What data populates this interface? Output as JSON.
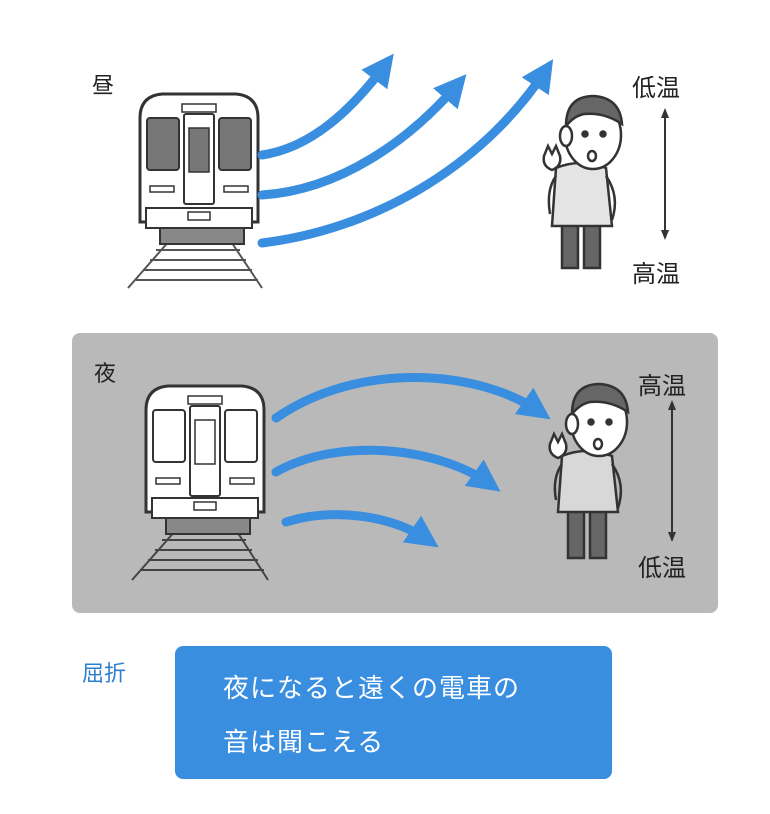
{
  "day": {
    "label": "昼",
    "temp_top": "低温",
    "temp_bottom": "高温"
  },
  "night": {
    "label": "夜",
    "temp_top": "高温",
    "temp_bottom": "低温"
  },
  "term": "屈折",
  "caption": {
    "line1": "夜になると遠くの電車の",
    "line2": "音は聞こえる"
  },
  "colors": {
    "arrow": "#3a8ee0",
    "panel": "#b9b9b9",
    "caption_bg": "#3a8ee0",
    "term": "#2f7fd0"
  }
}
